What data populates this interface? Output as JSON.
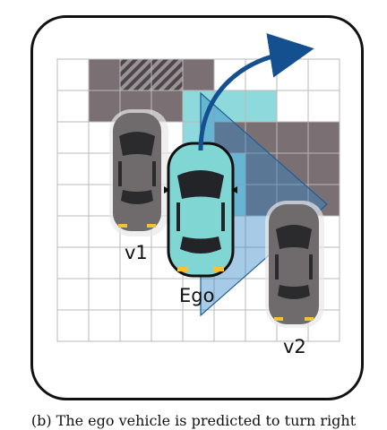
{
  "labels": {
    "v1": "v1",
    "ego": "Ego",
    "v2": "v2"
  },
  "caption": "(b) The ego vehicle is predicted to turn right",
  "grid": {
    "cols": 9,
    "rows": 9,
    "occluded_cells": [
      [
        1,
        0
      ],
      [
        2,
        0
      ],
      [
        3,
        0
      ],
      [
        4,
        0
      ],
      [
        1,
        1
      ],
      [
        2,
        1
      ],
      [
        3,
        1
      ],
      [
        5,
        2
      ],
      [
        6,
        2
      ],
      [
        7,
        2
      ],
      [
        8,
        2
      ],
      [
        6,
        3
      ],
      [
        7,
        3
      ],
      [
        8,
        3
      ],
      [
        6,
        4
      ],
      [
        7,
        4
      ],
      [
        8,
        4
      ]
    ],
    "hatched_cells": [
      [
        2,
        0
      ],
      [
        3,
        0
      ]
    ],
    "predicted_cells": [
      [
        4,
        1
      ],
      [
        5,
        1
      ],
      [
        6,
        1
      ],
      [
        4,
        2
      ],
      [
        5,
        3
      ],
      [
        5,
        4
      ],
      [
        6,
        4
      ]
    ]
  },
  "colors": {
    "occupied": "#7a7074",
    "predicted": "#8ed9dc",
    "fov": "#2e84c6",
    "ego_body": "#7fd6d3",
    "vehicle_body": "#6f6a6c",
    "arrow": "#14508f",
    "grid_line": "#b9b9b9"
  }
}
